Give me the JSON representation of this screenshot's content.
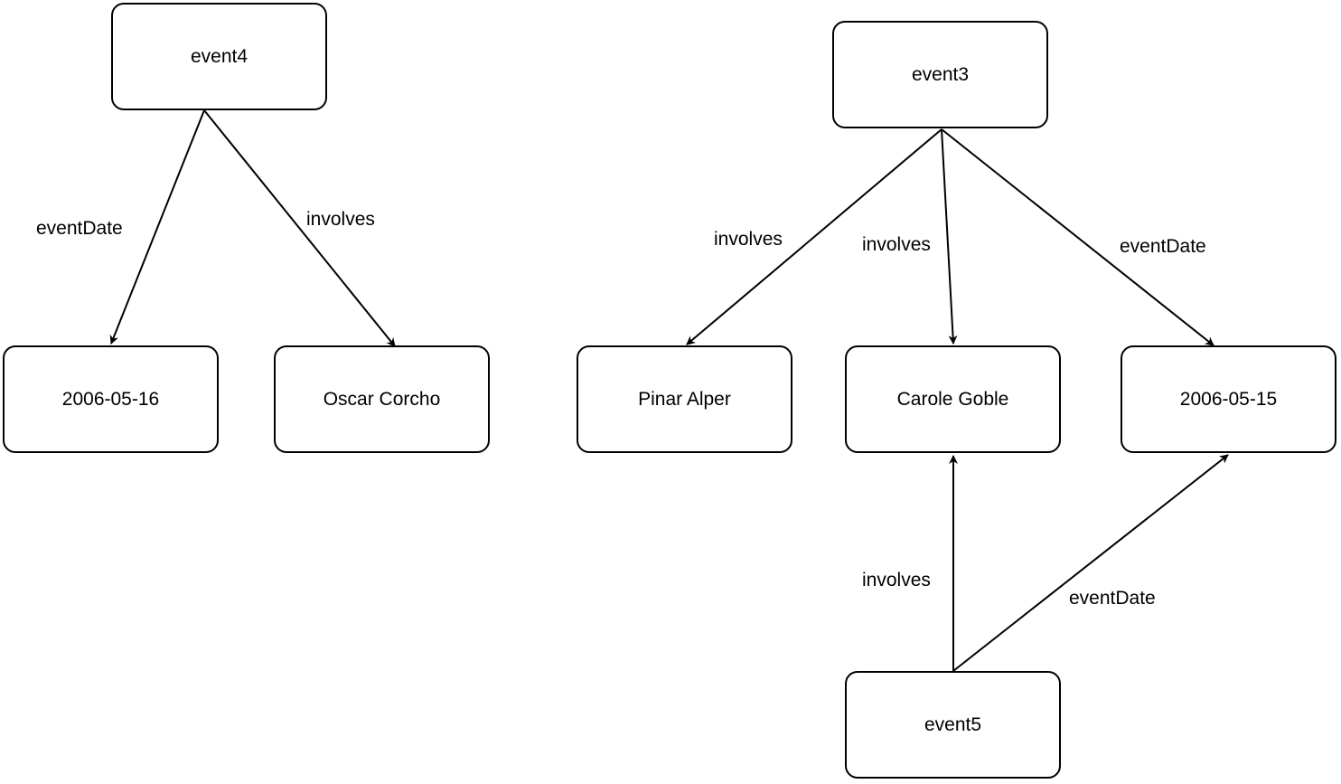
{
  "nodes": {
    "event4": "event4",
    "event3": "event3",
    "event5": "event5",
    "date_0516": "2006-05-16",
    "oscar": "Oscar Corcho",
    "pinar": "Pinar Alper",
    "carole": "Carole Goble",
    "date_0515": "2006-05-15"
  },
  "edges": [
    {
      "from": "event4",
      "to": "2006-05-16",
      "label": "eventDate"
    },
    {
      "from": "event4",
      "to": "Oscar Corcho",
      "label": "involves"
    },
    {
      "from": "event3",
      "to": "Pinar Alper",
      "label": "involves"
    },
    {
      "from": "event3",
      "to": "Carole Goble",
      "label": "involves"
    },
    {
      "from": "event3",
      "to": "2006-05-15",
      "label": "eventDate"
    },
    {
      "from": "event5",
      "to": "Carole Goble",
      "label": "involves"
    },
    {
      "from": "event5",
      "to": "2006-05-15",
      "label": "eventDate"
    }
  ],
  "colors": {
    "stroke": "#000000",
    "background": "#ffffff"
  }
}
